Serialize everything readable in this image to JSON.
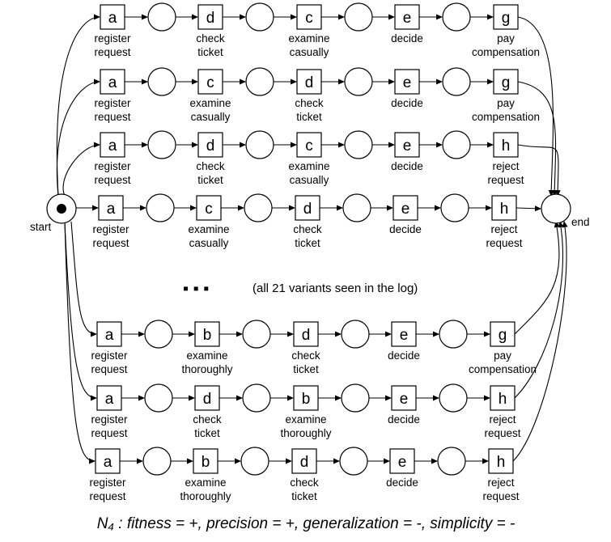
{
  "labels": {
    "a": [
      "register",
      "request"
    ],
    "b": [
      "examine",
      "thoroughly"
    ],
    "c": [
      "examine",
      "casually"
    ],
    "d": [
      "check",
      "ticket"
    ],
    "e": [
      "decide"
    ],
    "g": [
      "pay",
      "compensation"
    ],
    "h": [
      "reject",
      "request"
    ]
  },
  "traces": [
    [
      "a",
      "d",
      "c",
      "e",
      "g"
    ],
    [
      "a",
      "c",
      "d",
      "e",
      "g"
    ],
    [
      "a",
      "d",
      "c",
      "e",
      "h"
    ],
    [
      "a",
      "c",
      "d",
      "e",
      "h"
    ],
    [
      "a",
      "b",
      "d",
      "e",
      "g"
    ],
    [
      "a",
      "d",
      "b",
      "e",
      "h"
    ],
    [
      "a",
      "b",
      "d",
      "e",
      "h"
    ]
  ],
  "start_label": "start",
  "end_label": "end",
  "ellipsis": "▪  ▪  ▪",
  "variants_note": "(all 21 variants seen in the log)",
  "caption": "N₄ : fitness = +, precision = +, generalization = -, simplicity = -"
}
